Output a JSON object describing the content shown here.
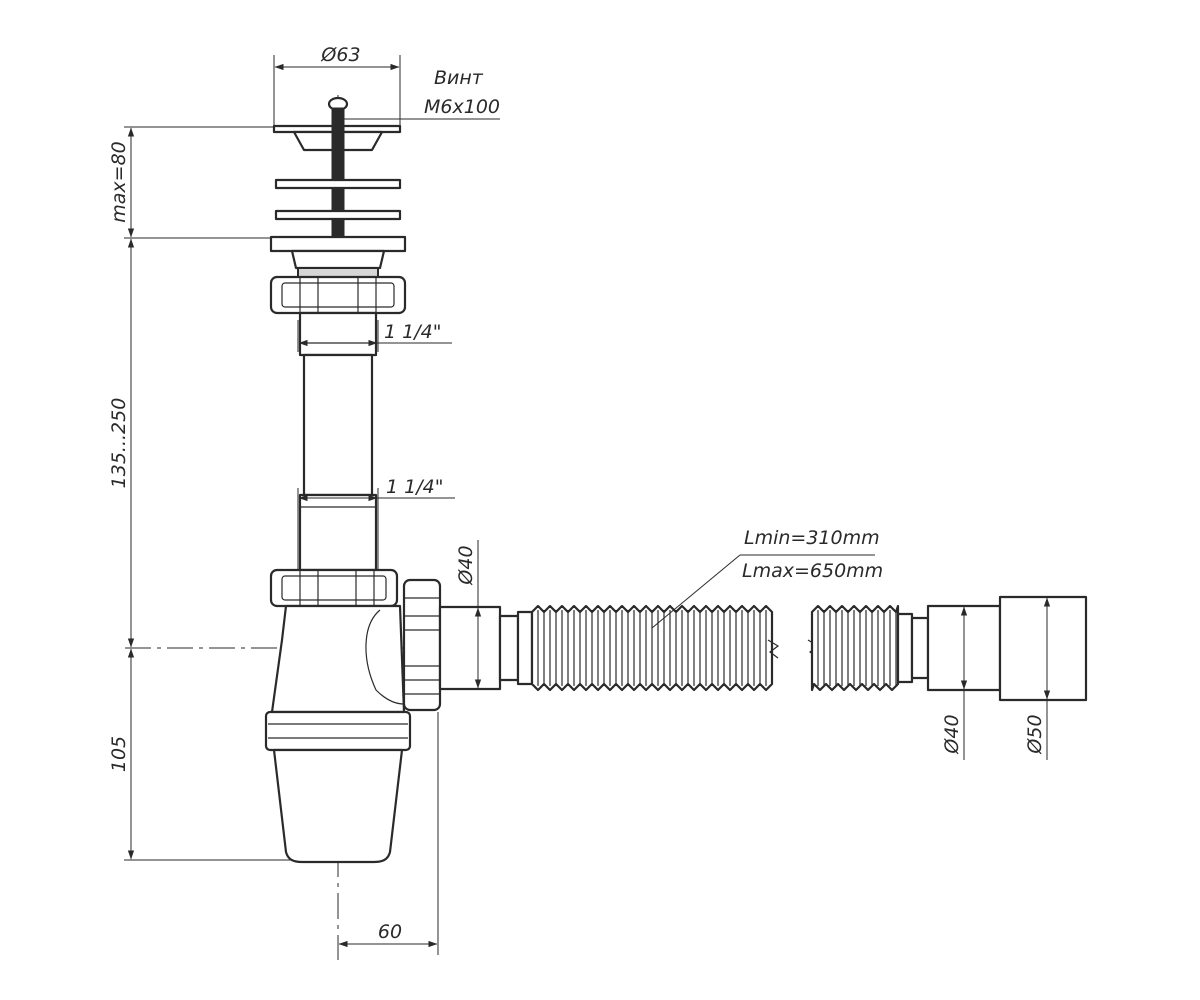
{
  "diagram": {
    "dimensions": {
      "grate_diameter": "Ø63",
      "screw_label": "Винт",
      "screw_size": "M6x100",
      "max_height": "max=80",
      "pipe_range": "135...250",
      "thread_top": "1 1/4\"",
      "thread_bottom": "1 1/4\"",
      "outlet_diameter": "Ø40",
      "hose_lmin": "Lmin=310mm",
      "hose_lmax": "Lmax=650mm",
      "bottom_height": "105",
      "offset_width": "60",
      "end_diameter_inner": "Ø40",
      "end_diameter_outer": "Ø50"
    },
    "colors": {
      "line": "#2a2a2a",
      "fill": "#ffffff",
      "gasket": "#d6d6d6"
    }
  }
}
